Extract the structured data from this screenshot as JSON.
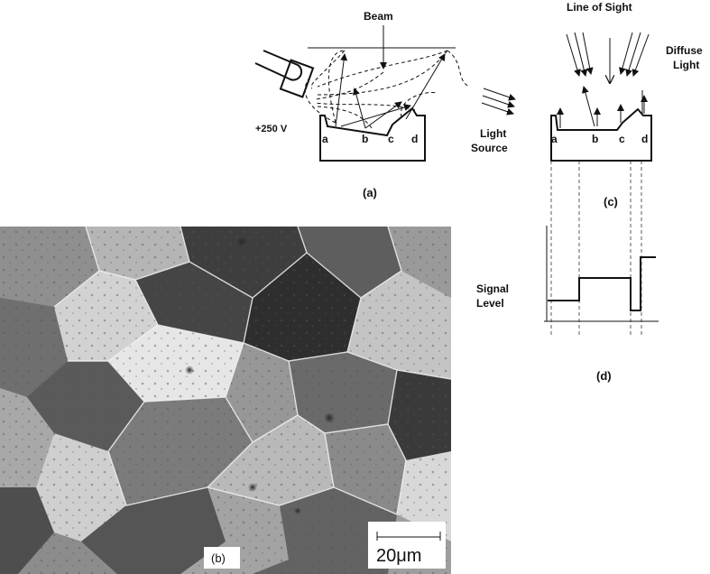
{
  "panel_a": {
    "beam_label": "Beam",
    "voltage_label": "+250 V",
    "points": [
      "a",
      "b",
      "c",
      "d"
    ],
    "caption": "(a)"
  },
  "light_source_label_line1": "Light",
  "light_source_label_line2": "Source",
  "panel_c": {
    "line_of_sight_label": "Line of Sight",
    "diffuse_label_line1": "Diffuse",
    "diffuse_label_line2": "Light",
    "points": [
      "a",
      "b",
      "c",
      "d"
    ],
    "caption": "(c)"
  },
  "panel_d": {
    "signal_label_line1": "Signal",
    "signal_label_line2": "Level",
    "caption": "(d)"
  },
  "panel_b": {
    "caption": "(b)",
    "scale_bar_label": "20μm"
  }
}
